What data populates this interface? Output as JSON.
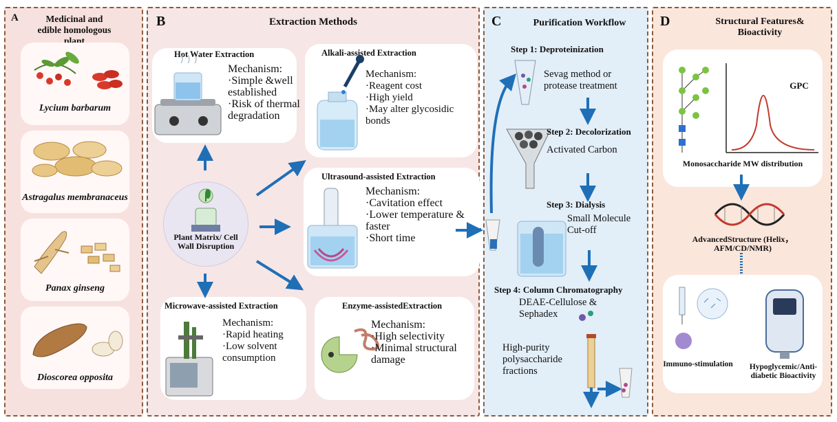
{
  "panelA": {
    "letter": "A",
    "title": "Medicinal and edible homologous  plant",
    "plants": [
      "Lycium barbarum",
      "Astragalus membranaceus",
      "Panax ginseng",
      "Dioscorea opposita"
    ]
  },
  "panelB": {
    "letter": "B",
    "title": "Extraction Methods",
    "center": "Plant Matrix/ Cell Wall Disruption",
    "hot_water": {
      "title": "Hot Water Extraction",
      "text": "Mechanism:\n·Simple &well established\n·Risk of thermal degradation"
    },
    "alkali": {
      "title": "Alkali-assisted Extraction",
      "text": "Mechanism:\n·Reagent cost\n·High yield\n·May alter glycosidic bonds"
    },
    "ultrasound": {
      "title": "Ultrasound-assisted Extraction",
      "text": "Mechanism:\n·Cavitation effect\n·Lower temperature & faster\n·Short time"
    },
    "microwave": {
      "title": "Microwave-assisted Extraction",
      "text": "Mechanism:\n·Rapid heating\n·Low solvent consumption"
    },
    "enzyme": {
      "title": "Enzyme-assistedExtraction",
      "text": "Mechanism:\n·High selectivity\n·Minimal structural damage"
    }
  },
  "panelC": {
    "letter": "C",
    "title": "Purification Workflow",
    "step1": {
      "title": "Step 1: Deproteinization",
      "text": "Sevag method or protease treatment"
    },
    "step2": {
      "title": "Step 2: Decolorization",
      "text": "Activated Carbon"
    },
    "step3": {
      "title": "Step 3: Dialysis",
      "text": "Small Molecule Cut-off"
    },
    "step4": {
      "title": "Step 4: Column Chromatography",
      "text": "DEAE-Cellulose & Sephadex"
    },
    "result": "High-purity polysaccharide fractions"
  },
  "panelD": {
    "letter": "D",
    "title": "Structural Features& Bioactivity",
    "gpc": "GPC",
    "mw": "Monosaccharide MW distribution",
    "advanced": "AdvancedStructure (Helix，AFM/CD/NMR)",
    "immuno": "Immuno-stimulation",
    "hypo": "Hypoglycemic/Anti-diabetic Bioactivity"
  },
  "colors": {
    "arrow": "#1f6fb7",
    "border": "#8a5a3c",
    "panelA": "#f7e1de",
    "panelB": "#f7e6e6",
    "panelC": "#e2eef8",
    "panelD": "#fbe6dc"
  }
}
